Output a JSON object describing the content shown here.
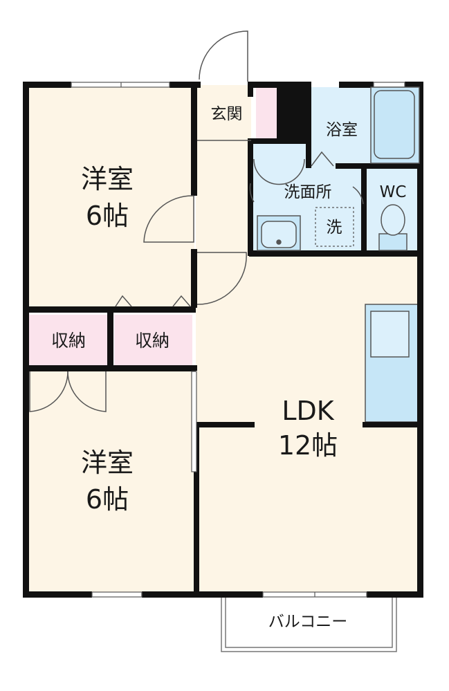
{
  "colors": {
    "floor": "#fdf5e6",
    "wet_area": "#dcf0fb",
    "storage": "#fbe3ec",
    "wall": "#111111",
    "fixture": "#c6e6f7",
    "line": "#555555"
  },
  "rooms": {
    "western_top": {
      "name": "洋室",
      "size": "6帖"
    },
    "western_bottom": {
      "name": "洋室",
      "size": "6帖"
    },
    "storage_left": {
      "name": "収納"
    },
    "storage_right": {
      "name": "収納"
    },
    "ldk": {
      "name": "LDK",
      "size": "12帖"
    },
    "entrance": {
      "name": "玄関"
    },
    "bathroom": {
      "name": "浴室"
    },
    "washroom": {
      "name": "洗面所"
    },
    "washer": {
      "name": "洗"
    },
    "toilet": {
      "name": "WC"
    },
    "balcony": {
      "name": "バルコニー"
    }
  }
}
